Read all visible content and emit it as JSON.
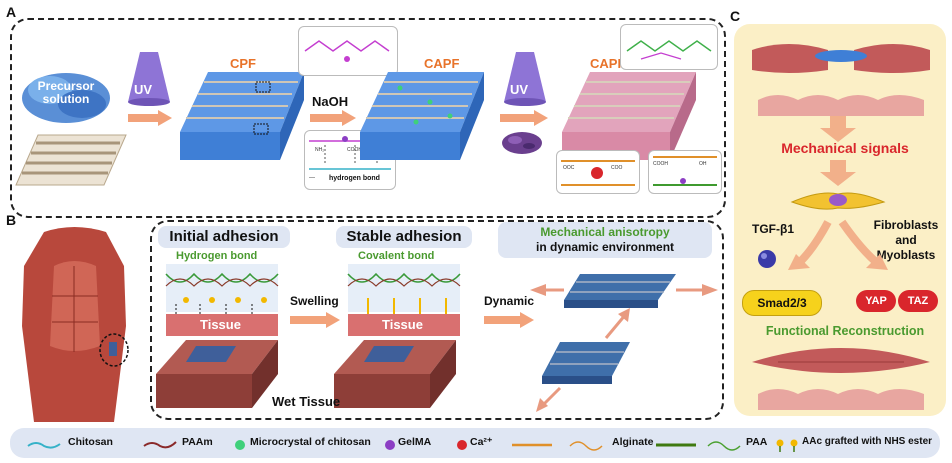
{
  "panels": {
    "a": "A",
    "b": "B",
    "c": "C"
  },
  "panelA": {
    "precursor": "Precursor\nsolution",
    "uv1": "UV",
    "uv2": "UV",
    "cpf": "CPF",
    "naoh": "NaOH",
    "capf": "CAPF",
    "capfah": "CAPFAH",
    "hbond_label": "hydrogen bond",
    "dashes": "---",
    "chem": {
      "nh2": "NH₂",
      "cooh": "COOH",
      "oh": "OH",
      "ooc": "OOC",
      "coo": "COO"
    }
  },
  "panelB": {
    "initial_adhesion": "Initial adhesion",
    "stable_adhesion": "Stable adhesion",
    "anisotropy_line1": "Mechanical anisotropy",
    "anisotropy_line2": "in dynamic environment",
    "hydrogen_bond": "Hydrogen bond",
    "covalent_bond": "Covalent bond",
    "tissue1": "Tissue",
    "tissue2": "Tissue",
    "swelling": "Swelling",
    "dynamic": "Dynamic",
    "wet_tissue": "Wet Tissue"
  },
  "panelC": {
    "mechanical_signals": "Mechanical signals",
    "tgf": "TGF-β1",
    "fibroblasts": "Fibroblasts\nand\nMyoblasts",
    "smad": "Smad2/3",
    "yap": "YAP",
    "taz": "TAZ",
    "functional": "Functional Reconstruction"
  },
  "legend": {
    "chitosan": "Chitosan",
    "paam": "PAAm",
    "microcrystal": "Microcrystal of chitosan",
    "gelma": "GelMA",
    "ca": "Ca²⁺",
    "alginate": "Alginate",
    "paa": "PAA",
    "aac": "AAc grafted with NHS ester"
  },
  "colors": {
    "orange": "#e8732a",
    "green": "#4a9a2f",
    "red": "#d9262c",
    "blue_gel": "#3f7fd6",
    "pink_gel": "#d98aa6",
    "panel_c_bg": "#fbefc6",
    "legend_bg": "#dfe6f3",
    "uv_purple": "#8e74d6",
    "tissue": "#d66a6a"
  }
}
